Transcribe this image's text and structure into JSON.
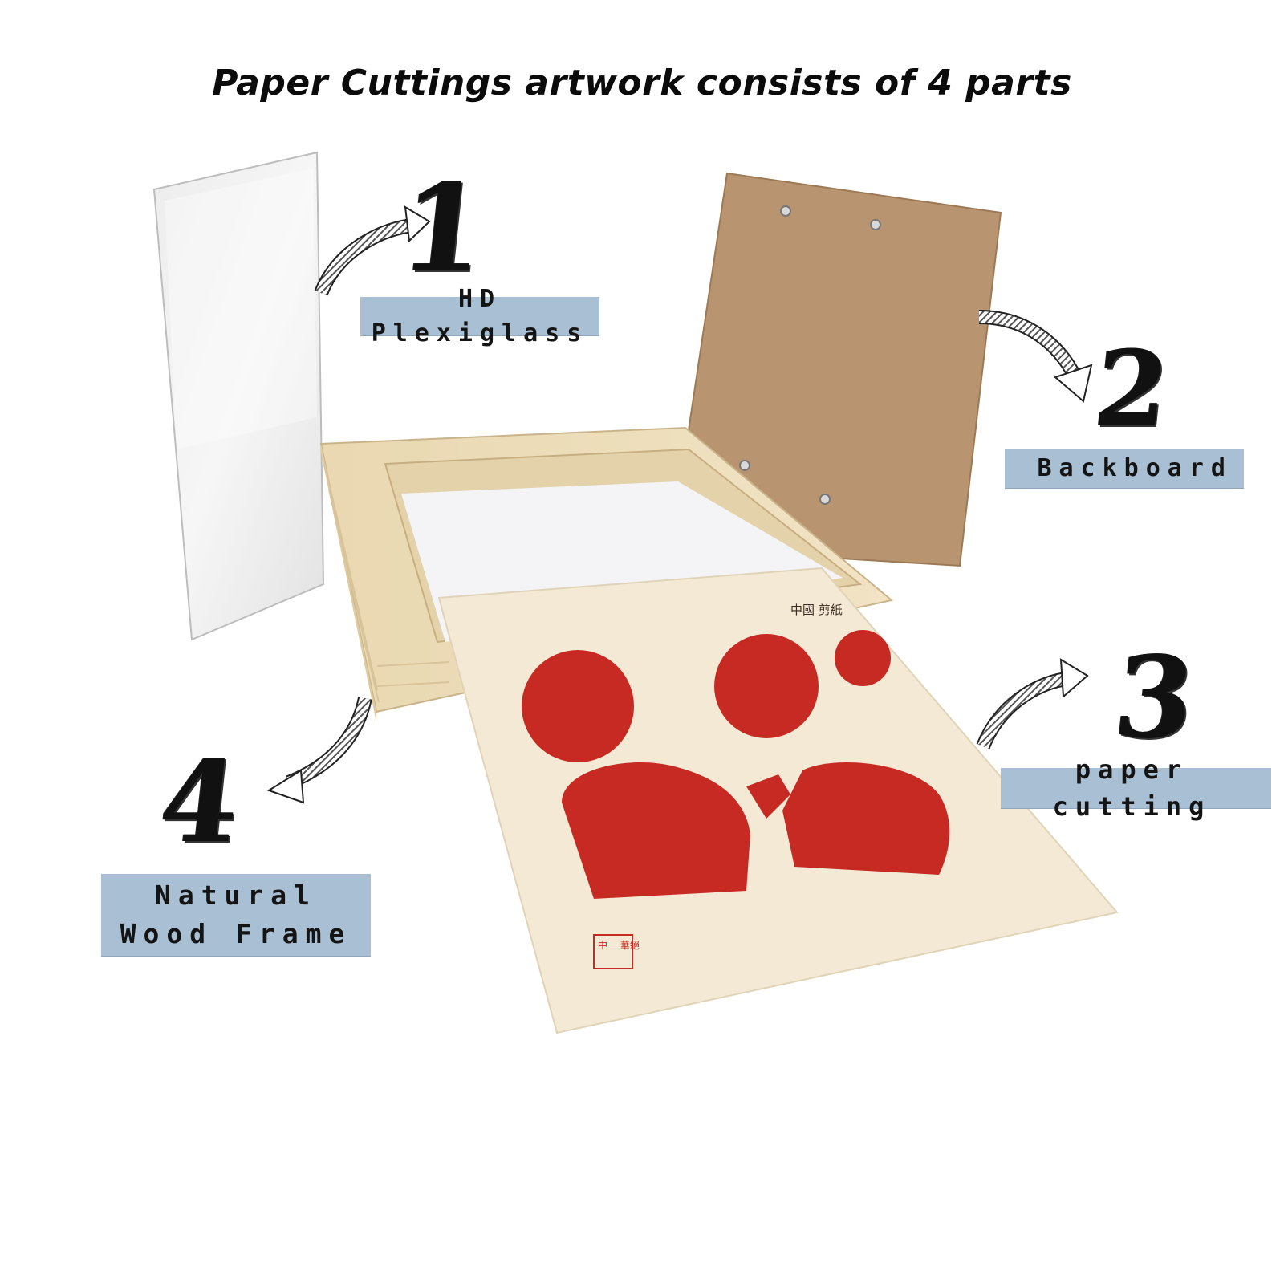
{
  "title": "Paper Cuttings artwork consists of 4 parts",
  "parts": [
    {
      "number": "1",
      "label": "HD Plexiglass"
    },
    {
      "number": "2",
      "label": "Backboard"
    },
    {
      "number": "3",
      "label": "paper cutting"
    },
    {
      "number": "4",
      "label": "Natural Wood Frame"
    }
  ],
  "seal_text": "中一 華絕",
  "print_header": "中國 剪紙",
  "colors": {
    "label_bg": "#a9bfd3",
    "wood": "#ecdcb8",
    "backboard": "#b89470",
    "paper": "#f3e9d4",
    "cutting_red": "#c62a22"
  }
}
